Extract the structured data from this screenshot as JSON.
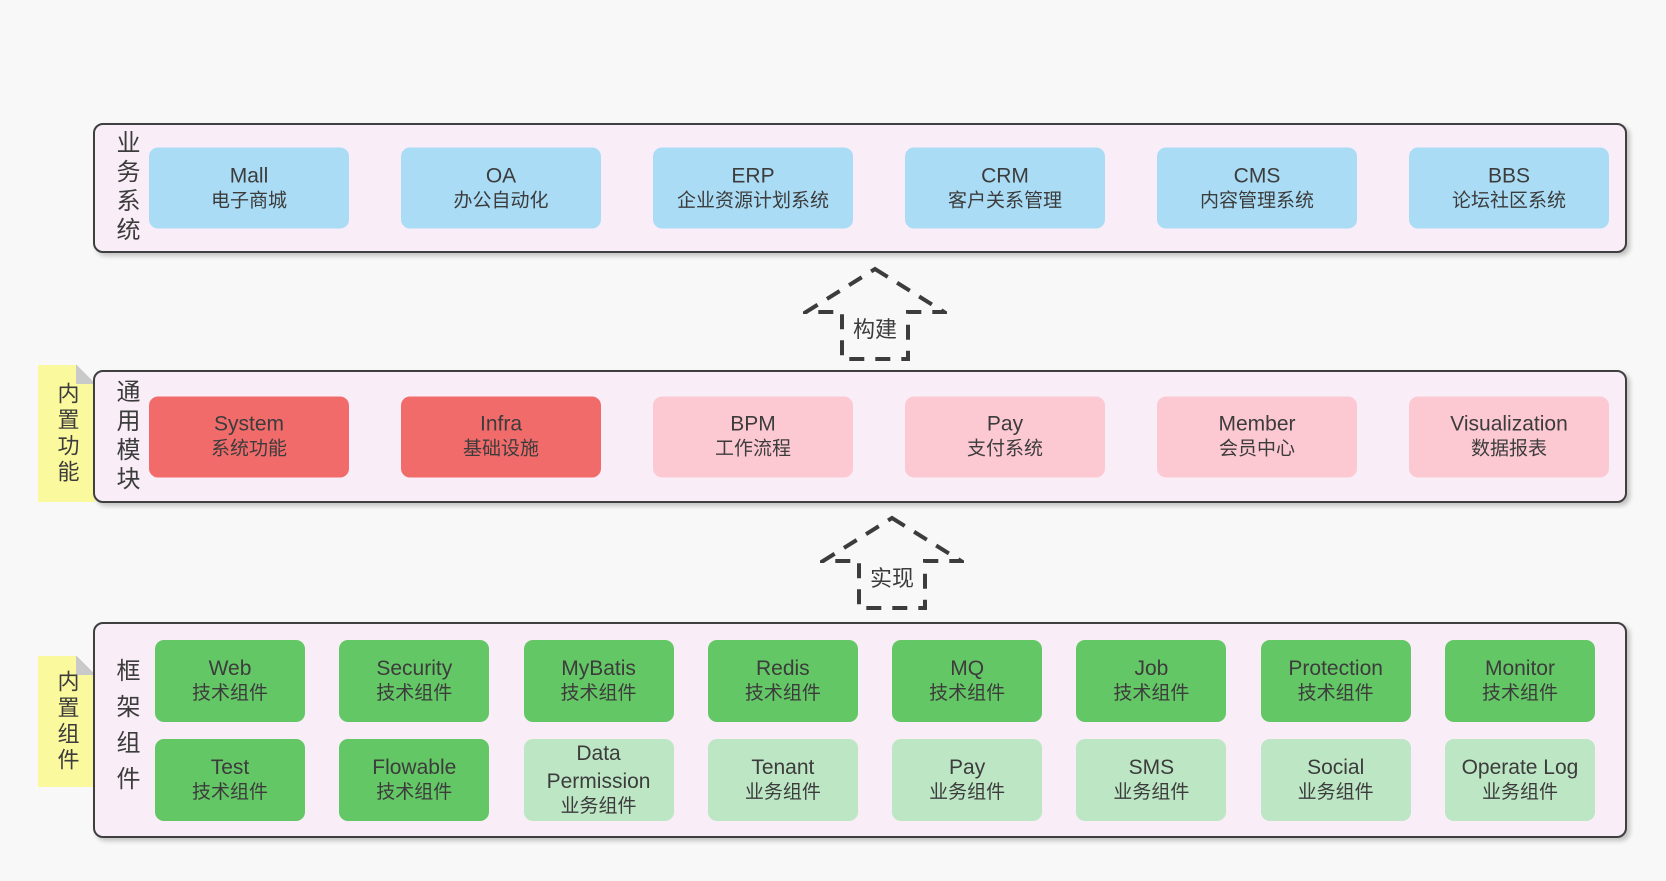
{
  "colors": {
    "canvas_bg": "#f8f8f8",
    "container_bg": "#f9eef7",
    "container_border": "#3f3f3f",
    "box_blue": "#aadcf5",
    "box_red": "#f26b6b",
    "box_pink": "#fcc9d3",
    "box_green": "#64c765",
    "box_light_green": "#bde6c5",
    "sticky_yellow": "#fbf99e",
    "sticky_fold_gray": "#c9c9c9",
    "text": "#3c3c3c"
  },
  "arrows": [
    {
      "label": "构建"
    },
    {
      "label": "实现"
    }
  ],
  "layers": [
    {
      "label": "业务系统",
      "boxes": [
        {
          "name": "Mall",
          "desc": "电子商城"
        },
        {
          "name": "OA",
          "desc": "办公自动化"
        },
        {
          "name": "ERP",
          "desc": "企业资源计划系统"
        },
        {
          "name": "CRM",
          "desc": "客户关系管理"
        },
        {
          "name": "CMS",
          "desc": "内容管理系统"
        },
        {
          "name": "BBS",
          "desc": "论坛社区系统"
        }
      ]
    },
    {
      "label": "通用模块",
      "sticky": "内置功能",
      "boxes": [
        {
          "name": "System",
          "desc": "系统功能"
        },
        {
          "name": "Infra",
          "desc": "基础设施"
        },
        {
          "name": "BPM",
          "desc": "工作流程"
        },
        {
          "name": "Pay",
          "desc": "支付系统"
        },
        {
          "name": "Member",
          "desc": "会员中心"
        },
        {
          "name": "Visualization",
          "desc": "数据报表"
        }
      ]
    },
    {
      "label": "框架组件",
      "sticky": "内置组件",
      "rows": [
        [
          {
            "name": "Web",
            "desc": "技术组件"
          },
          {
            "name": "Security",
            "desc": "技术组件"
          },
          {
            "name": "MyBatis",
            "desc": "技术组件"
          },
          {
            "name": "Redis",
            "desc": "技术组件"
          },
          {
            "name": "MQ",
            "desc": "技术组件"
          },
          {
            "name": "Job",
            "desc": "技术组件"
          },
          {
            "name": "Protection",
            "desc": "技术组件"
          },
          {
            "name": "Monitor",
            "desc": "技术组件"
          }
        ],
        [
          {
            "name": "Test",
            "desc": "技术组件"
          },
          {
            "name": "Flowable",
            "desc": "技术组件"
          },
          {
            "name": "Data Permission",
            "desc": "业务组件"
          },
          {
            "name": "Tenant",
            "desc": "业务组件"
          },
          {
            "name": "Pay",
            "desc": "业务组件"
          },
          {
            "name": "SMS",
            "desc": "业务组件"
          },
          {
            "name": "Social",
            "desc": "业务组件"
          },
          {
            "name": "Operate Log",
            "desc": "业务组件"
          }
        ]
      ]
    }
  ]
}
